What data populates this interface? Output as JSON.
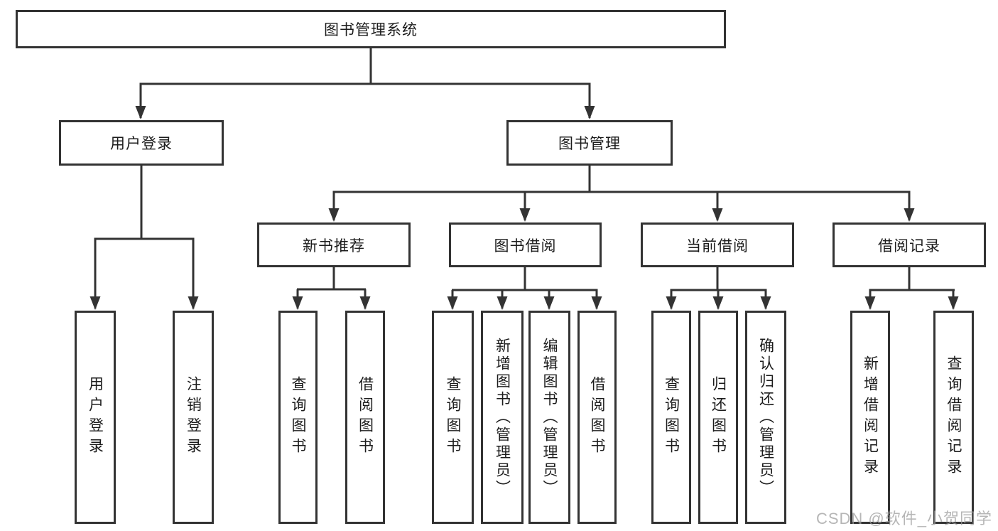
{
  "diagram_type": "hierarchy-tree",
  "tree": {
    "root": {
      "label": "图书管理系统",
      "children": [
        {
          "label": "用户登录",
          "children": [
            {
              "label": "用户登录"
            },
            {
              "label": "注销登录"
            }
          ]
        },
        {
          "label": "图书管理",
          "children": [
            {
              "label": "新书推荐",
              "children": [
                {
                  "label": "查询图书"
                },
                {
                  "label": "借阅图书"
                }
              ]
            },
            {
              "label": "图书借阅",
              "children": [
                {
                  "label": "查询图书"
                },
                {
                  "label": "新增图书（管理员）"
                },
                {
                  "label": "编辑图书（管理员）"
                },
                {
                  "label": "借阅图书"
                }
              ]
            },
            {
              "label": "当前借阅",
              "children": [
                {
                  "label": "查询图书"
                },
                {
                  "label": "归还图书"
                },
                {
                  "label": "确认归还（管理员）"
                }
              ]
            },
            {
              "label": "借阅记录",
              "children": [
                {
                  "label": "新增借阅记录"
                },
                {
                  "label": "查询借阅记录"
                }
              ]
            }
          ]
        }
      ]
    }
  },
  "watermark": "CSDN @软件_小贺同学",
  "colors": {
    "line": "#333333",
    "box_border": "#333333",
    "text": "#1c1c1c",
    "background": "#ffffff",
    "watermark": "#9e9e9e"
  }
}
